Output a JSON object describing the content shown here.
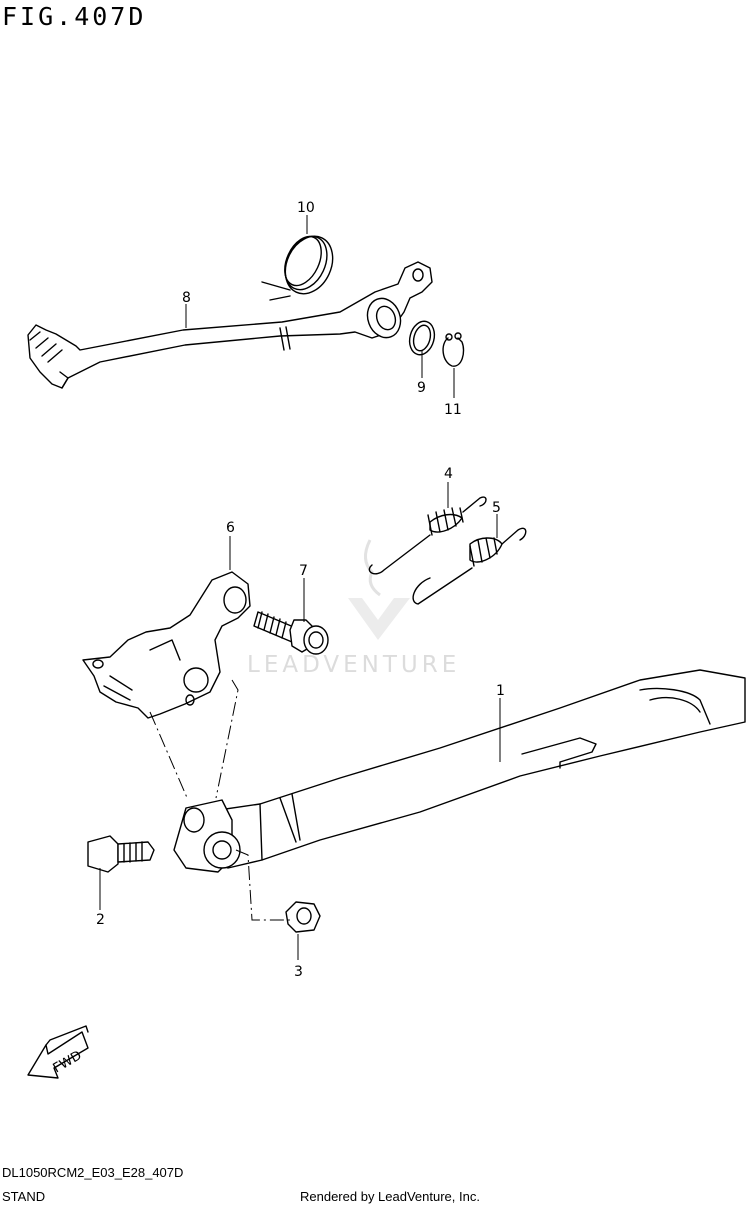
{
  "figure": {
    "title": "FIG.407D",
    "drawing_code": "DL1050RCM2_E03_E28_407D",
    "section_name": "STAND",
    "credit": "Rendered by LeadVenture, Inc.",
    "watermark": "LEADVENTURE"
  },
  "callouts": [
    {
      "id": "callout-1",
      "label": "1"
    },
    {
      "id": "callout-2",
      "label": "2"
    },
    {
      "id": "callout-3",
      "label": "3"
    },
    {
      "id": "callout-4",
      "label": "4"
    },
    {
      "id": "callout-5",
      "label": "5"
    },
    {
      "id": "callout-6",
      "label": "6"
    },
    {
      "id": "callout-7",
      "label": "7"
    },
    {
      "id": "callout-8",
      "label": "8"
    },
    {
      "id": "callout-9",
      "label": "9"
    },
    {
      "id": "callout-10",
      "label": "10"
    },
    {
      "id": "callout-11",
      "label": "11"
    }
  ],
  "fwd_arrow": {
    "label": "FWD"
  }
}
